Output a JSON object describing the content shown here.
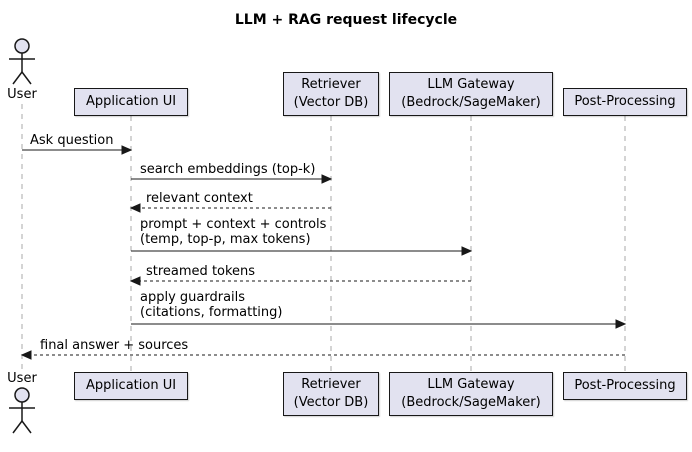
{
  "title": "LLM + RAG request lifecycle",
  "actor": {
    "label": "User"
  },
  "participants": [
    {
      "name": "Application UI"
    },
    {
      "name": "Retriever",
      "sub": "(Vector DB)"
    },
    {
      "name": "LLM Gateway",
      "sub": "(Bedrock/SageMaker)"
    },
    {
      "name": "Post-Processing"
    }
  ],
  "messages": [
    {
      "text": "Ask question",
      "from": "User",
      "to": "Application UI",
      "line": "solid"
    },
    {
      "text": "search embeddings (top-k)",
      "from": "Application UI",
      "to": "Retriever",
      "line": "solid"
    },
    {
      "text": "relevant context",
      "from": "Retriever",
      "to": "Application UI",
      "line": "dashed"
    },
    {
      "text": "prompt + context + controls",
      "text2": "(temp, top-p, max tokens)",
      "from": "Application UI",
      "to": "LLM Gateway",
      "line": "solid"
    },
    {
      "text": "streamed tokens",
      "from": "LLM Gateway",
      "to": "Application UI",
      "line": "dashed"
    },
    {
      "text": "apply guardrails",
      "text2": "(citations, formatting)",
      "from": "Application UI",
      "to": "Post-Processing",
      "line": "solid"
    },
    {
      "text": "final answer + sources",
      "from": "Post-Processing",
      "to": "User",
      "line": "dashed"
    }
  ],
  "colors": {
    "participant_fill": "#E2E2F0",
    "participant_border": "#181818",
    "lifeline": "#A8A8A8",
    "arrow": "#181818",
    "background": "#FFFFFF"
  }
}
